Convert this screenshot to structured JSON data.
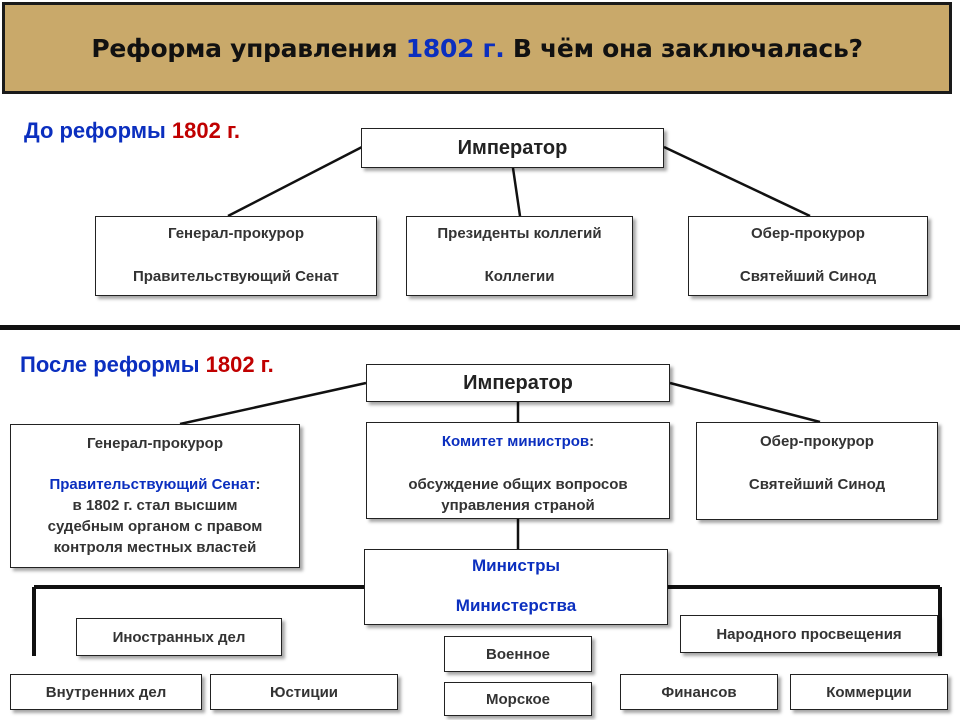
{
  "header": {
    "title_part1": "Реформа управления ",
    "title_year": "1802 г.",
    "title_part2": " В чём она заключалась?"
  },
  "before": {
    "title_text": "До реформы ",
    "title_year": "1802 г.",
    "emperor": "Император",
    "boxes": [
      {
        "line1": "Генерал-прокурор",
        "line2": "Правительствующий Сенат"
      },
      {
        "line1": "Президенты коллегий",
        "line2": "Коллегии"
      },
      {
        "line1": "Обер-прокурор",
        "line2": "Святейший Синод"
      }
    ]
  },
  "after": {
    "title_text": "После реформы ",
    "title_year": "1802 г.",
    "emperor": "Император",
    "senate": {
      "line1": "Генерал-прокурор",
      "line2_highlight": "Правительствующий Сенат",
      "line2_suffix": ":",
      "line3": "в 1802 г. стал высшим",
      "line4": "судебным органом с правом",
      "line5": "контроля местных властей"
    },
    "committee": {
      "line1_highlight": "Комитет министров",
      "line1_suffix": ":",
      "line2": "обсуждение общих вопросов",
      "line3": "управления страной"
    },
    "synod": {
      "line1": "Обер-прокурор",
      "line2": "Святейший Синод"
    },
    "ministers": {
      "line1": "Министры",
      "line2": "Министерства"
    },
    "departments": {
      "foreign": "Иностранных дел",
      "internal": "Внутренних дел",
      "justice": "Юстиции",
      "military": "Военное",
      "naval": "Морское",
      "education": "Народного просвещения",
      "finance": "Финансов",
      "commerce": "Коммерции"
    }
  },
  "colors": {
    "header_bg": "#c9a96a",
    "accent_red": "#c00000",
    "accent_blue": "#0b2fbf"
  }
}
